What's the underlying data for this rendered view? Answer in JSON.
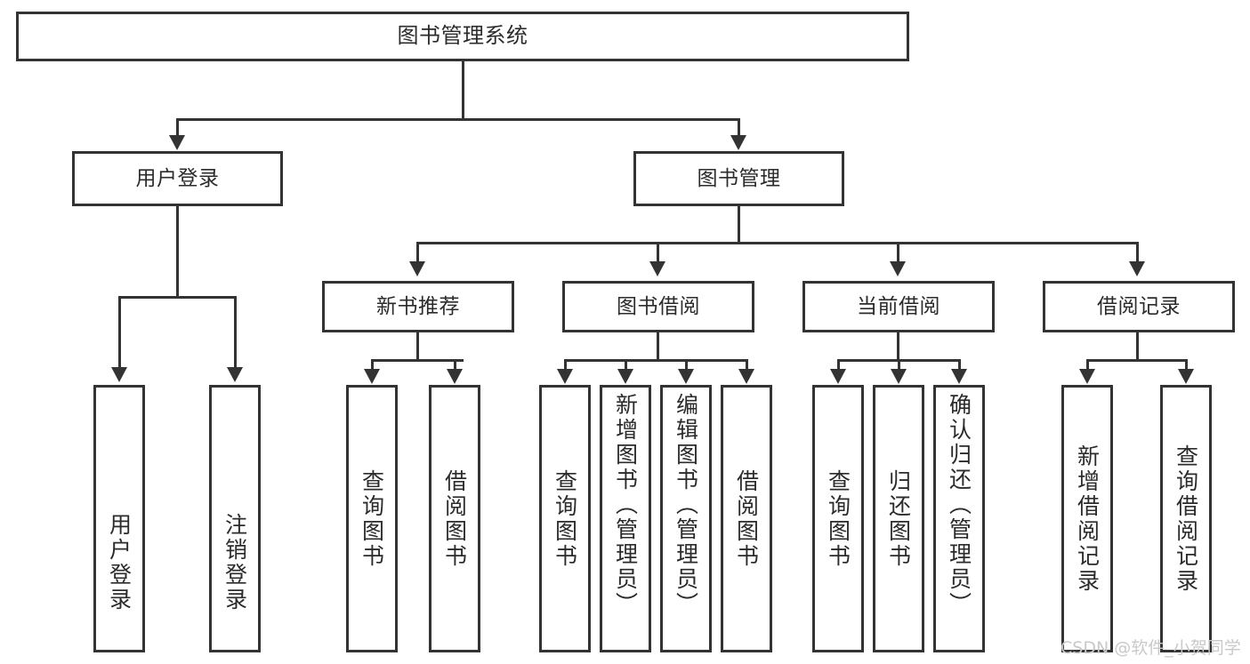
{
  "diagram": {
    "type": "tree-hierarchy-chart",
    "title": "图书管理系统",
    "watermark": "CSDN @软件_小贺同学",
    "colors": {
      "stroke": "#333333",
      "text": "#2b2b2b",
      "background": "#ffffff",
      "watermark": "#c9c9c9"
    }
  },
  "nodes": {
    "root": {
      "label": "图书管理系统"
    },
    "level2": [
      {
        "label": "用户登录"
      },
      {
        "label": "图书管理"
      }
    ],
    "level3": [
      {
        "label": "新书推荐"
      },
      {
        "label": "图书借阅"
      },
      {
        "label": "当前借阅"
      },
      {
        "label": "借阅记录"
      }
    ],
    "leaves": {
      "user_login": [
        {
          "label": "用户登录"
        },
        {
          "label": "注销登录"
        }
      ],
      "new_book": [
        {
          "label": "查询图书"
        },
        {
          "label": "借阅图书"
        }
      ],
      "book_borrow": [
        {
          "label": "查询图书"
        },
        {
          "label": "新增图书（管理员）"
        },
        {
          "label": "编辑图书（管理员）"
        },
        {
          "label": "借阅图书"
        }
      ],
      "current_borrow": [
        {
          "label": "查询图书"
        },
        {
          "label": "归还图书"
        },
        {
          "label": "确认归还（管理员）"
        }
      ],
      "borrow_record": [
        {
          "label": "新增借阅记录"
        },
        {
          "label": "查询借阅记录"
        }
      ]
    }
  }
}
